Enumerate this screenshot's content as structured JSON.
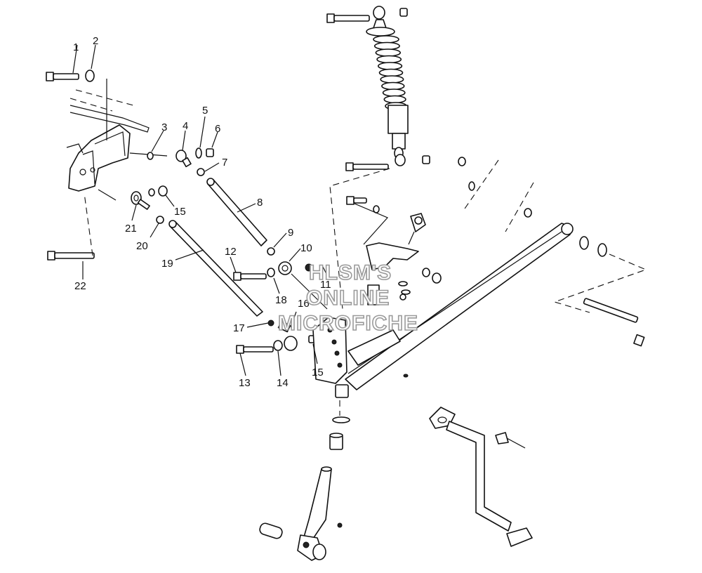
{
  "watermark": {
    "line1": "HLSM'S",
    "line2": "ONLINE",
    "line3": "MICROFICHE"
  },
  "callouts": {
    "c1": "1",
    "c2": "2",
    "c3": "3",
    "c4": "4",
    "c5": "5",
    "c6": "6",
    "c7": "7",
    "c8": "8",
    "c9": "9",
    "c10": "10",
    "c11": "11",
    "c12": "12",
    "c13": "13",
    "c14": "14",
    "c15a": "15",
    "c15b": "15",
    "c16": "16",
    "c17": "17",
    "c18": "18",
    "c19": "19",
    "c20": "20",
    "c21": "21",
    "c22": "22"
  }
}
